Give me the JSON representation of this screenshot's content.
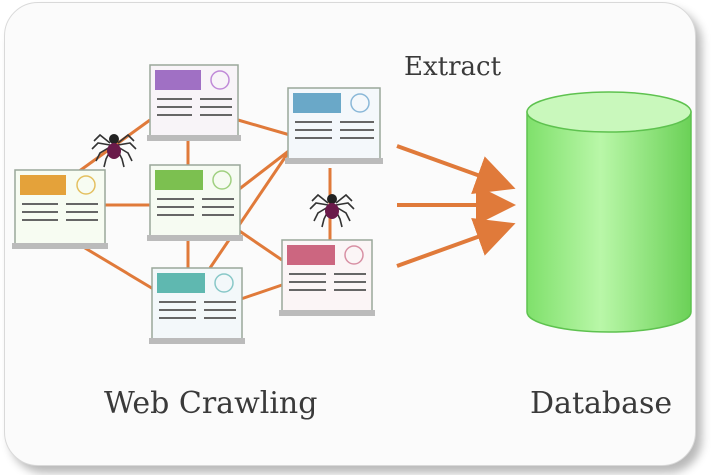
{
  "labels": {
    "extract": "Extract",
    "web_crawling": "Web Crawling",
    "database": "Database"
  },
  "colors": {
    "link": "#e07a3a",
    "database_fill": "#9cf08a",
    "database_top": "#c9f8bc",
    "database_stroke": "#5ec24f",
    "page_accents": [
      "#e4a23a",
      "#a070c4",
      "#6aa8c8",
      "#7cc050",
      "#cc6680",
      "#5fb8b0"
    ]
  },
  "icons": [
    "spider-icon",
    "database-icon",
    "web-page-icon",
    "arrow-icon"
  ]
}
